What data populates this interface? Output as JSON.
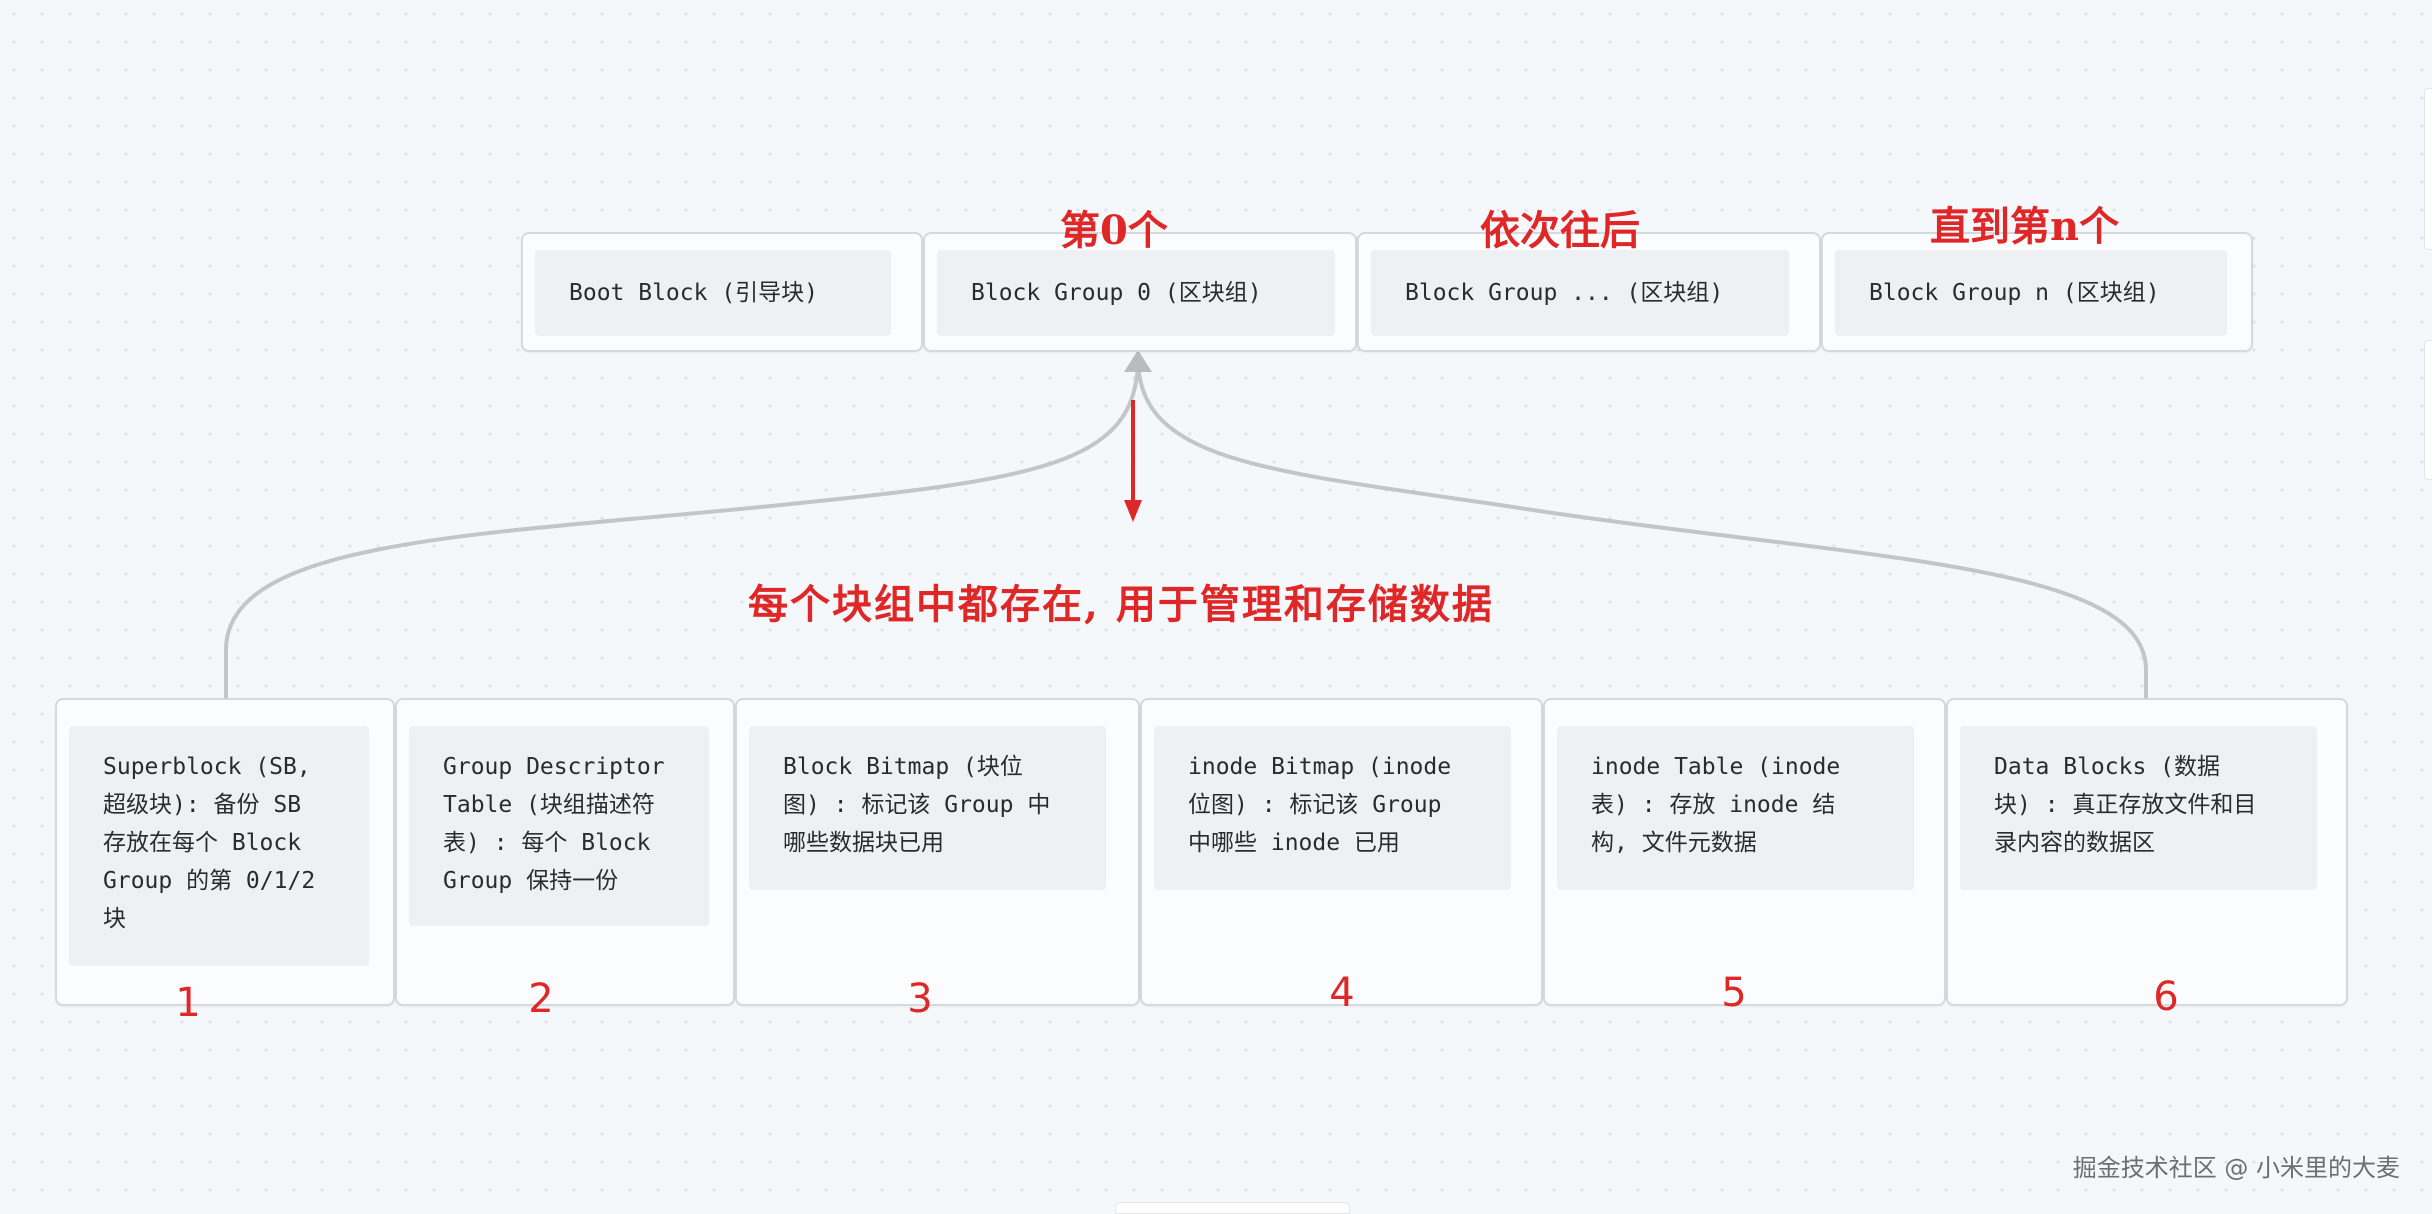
{
  "diagram": {
    "top_blocks": [
      {
        "label": "Boot Block (引导块)"
      },
      {
        "label": "Block Group 0 (区块组)"
      },
      {
        "label": "Block Group ... (区块组)"
      },
      {
        "label": "Block Group n (区块组)"
      }
    ],
    "bottom_blocks": [
      {
        "label": "Superblock (SB,\n超级块): 备份 SB\n存放在每个 Block\nGroup 的第 0/1/2\n块",
        "number": "1"
      },
      {
        "label": "Group Descriptor\nTable (块组描述符\n表) : 每个 Block\nGroup 保持一份",
        "number": "2"
      },
      {
        "label": "Block Bitmap (块位\n图) : 标记该 Group 中\n哪些数据块已用",
        "number": "3"
      },
      {
        "label": "inode Bitmap (inode\n位图) : 标记该 Group\n中哪些 inode 已用",
        "number": "4"
      },
      {
        "label": "inode Table (inode\n表) : 存放 inode 结\n构, 文件元数据",
        "number": "5"
      },
      {
        "label": "Data Blocks (数据\n块) : 真正存放文件和目\n录内容的数据区",
        "number": "6"
      }
    ],
    "annotations": {
      "group0": "第0个",
      "in_between": "依次往后",
      "until_n": "直到第n个",
      "main": "每个块组中都存在, 用于管理和存储数据"
    }
  },
  "colors": {
    "annotation": "#e02727",
    "connector": "#c3c6c9",
    "background": "#f5f8fb"
  },
  "watermark": "掘金技术社区 @ 小米里的大麦"
}
